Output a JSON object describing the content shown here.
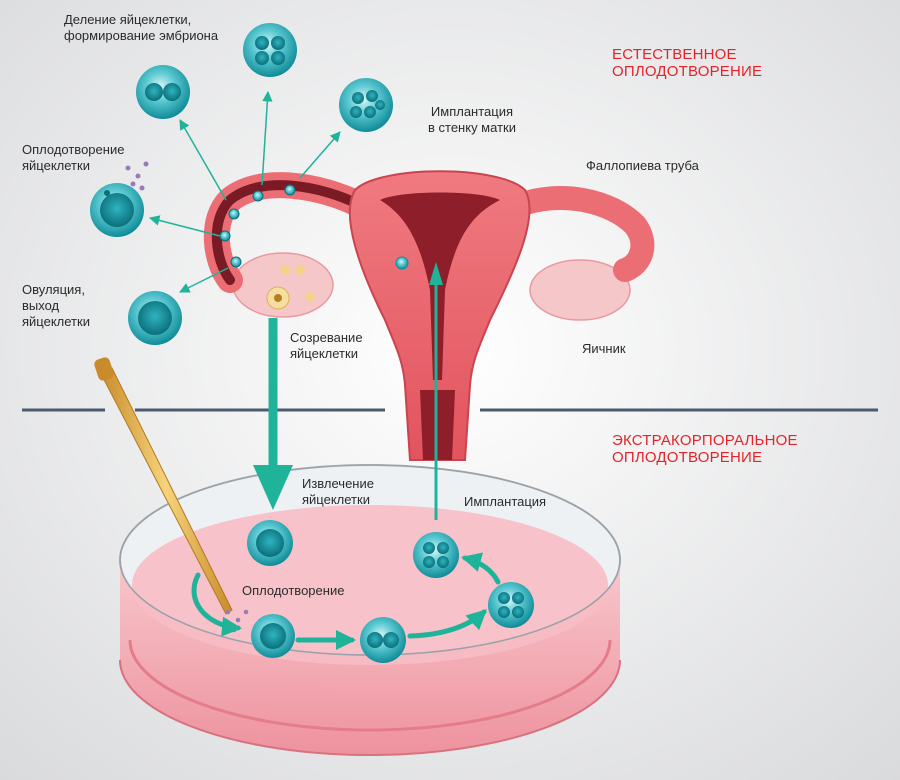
{
  "sections": {
    "natural": "ЕСТЕСТВЕННОЕ\nОПЛОДОТВОРЕНИЕ",
    "ivf": "ЭКСТРАКОРПОРАЛЬНОЕ\nОПЛОДОТВОРЕНИЕ"
  },
  "labels": {
    "division": "Деление яйцеклетки,\nформирование эмбриона",
    "fertilization_egg": "Оплодотворение\nяйцеклетки",
    "ovulation": "Овуляция,\nвыход\nяйцеклетки",
    "maturation": "Созревание\nяйцеклетки",
    "implantation_wall": "Имплантация\nв стенку матки",
    "fallopian_tube": "Фаллопиева труба",
    "ovary": "Яичник",
    "extraction": "Извлечение\nяйцеклетки",
    "implantation": "Имплантация",
    "fertilization": "Оплодотворение"
  },
  "colors": {
    "cell": "#1aa3ad",
    "arrow": "#1fb39a",
    "section_title": "#e3242b",
    "uterus": "#e8626a",
    "dish": "#f1a3ad"
  }
}
